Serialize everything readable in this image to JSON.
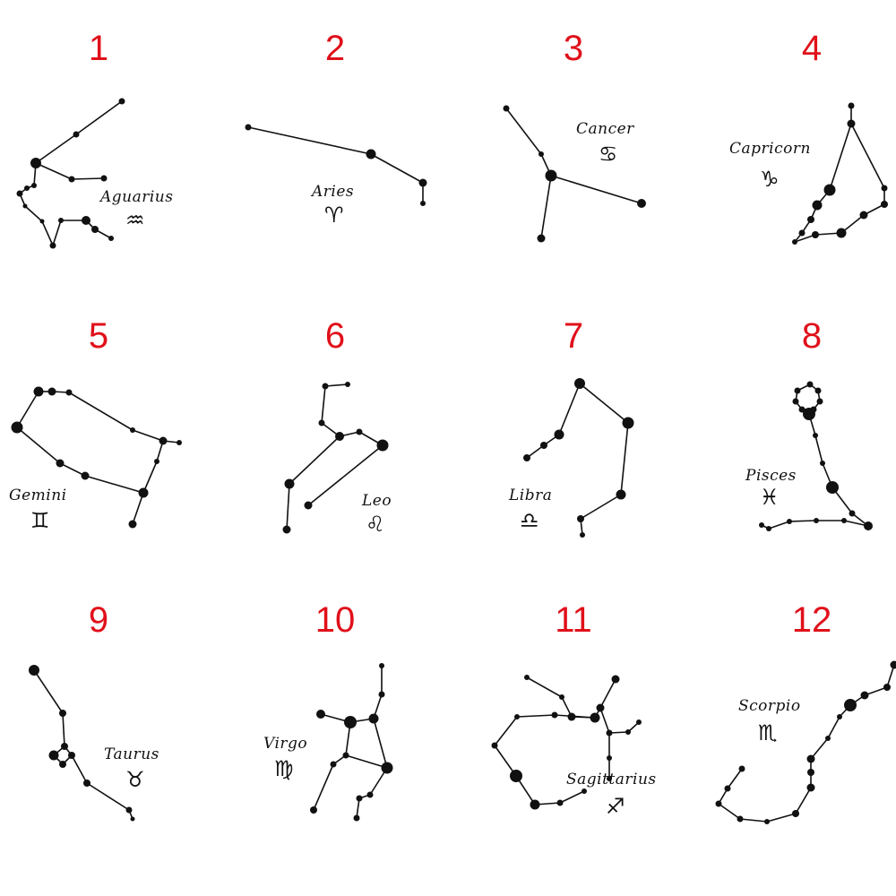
{
  "title": "",
  "colors": {
    "number": "#e0101a",
    "ink": "#111111",
    "background": "#ffffff"
  },
  "constellations": [
    {
      "number": "1",
      "name": "Aguarius",
      "symbol": "♒",
      "symbol_name": "aquarius-symbol"
    },
    {
      "number": "2",
      "name": "Aries",
      "symbol": "♈",
      "symbol_name": "aries-symbol"
    },
    {
      "number": "3",
      "name": "Cancer",
      "symbol": "♋",
      "symbol_name": "cancer-symbol"
    },
    {
      "number": "4",
      "name": "Capricorn",
      "symbol": "♑",
      "symbol_name": "capricorn-symbol"
    },
    {
      "number": "5",
      "name": "Gemini",
      "symbol": "♊",
      "symbol_name": "gemini-symbol"
    },
    {
      "number": "6",
      "name": "Leo",
      "symbol": "♌",
      "symbol_name": "leo-symbol"
    },
    {
      "number": "7",
      "name": "Libra",
      "symbol": "♎",
      "symbol_name": "libra-symbol"
    },
    {
      "number": "8",
      "name": "Pisces",
      "symbol": "♓",
      "symbol_name": "pisces-symbol"
    },
    {
      "number": "9",
      "name": "Taurus",
      "symbol": "♉",
      "symbol_name": "taurus-symbol"
    },
    {
      "number": "10",
      "name": "Virgo",
      "symbol": "♍",
      "symbol_name": "virgo-symbol"
    },
    {
      "number": "11",
      "name": "Sagittarius",
      "symbol": "♐",
      "symbol_name": "sagittarius-symbol"
    },
    {
      "number": "12",
      "name": "Scorpio",
      "symbol": "♏",
      "symbol_name": "scorpio-symbol"
    }
  ]
}
